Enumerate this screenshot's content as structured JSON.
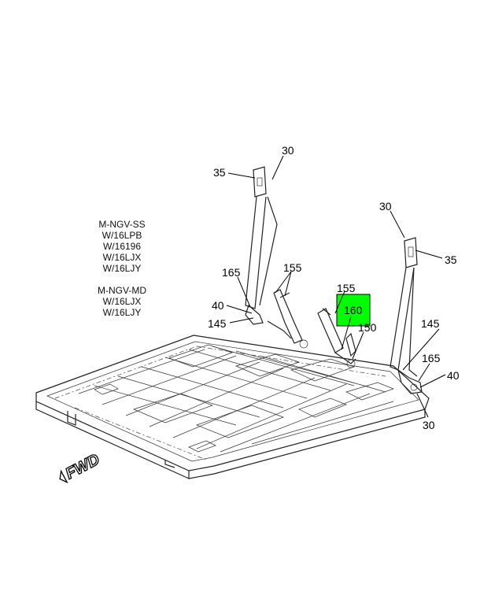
{
  "notes": {
    "group1": [
      "M-NGV-SS",
      "W/16LPB",
      "W/16196",
      "W/16LJX",
      "W/16LJY"
    ],
    "group2": [
      "M-NGV-MD",
      "W/16LJX",
      "W/16LJY"
    ]
  },
  "callouts": {
    "c30a": "30",
    "c35a": "35",
    "c165a": "165",
    "c155a": "155",
    "c40a": "40",
    "c145a": "145",
    "c155b": "155",
    "c160": "160",
    "c150": "150",
    "c30b": "30",
    "c35b": "35",
    "c145b": "145",
    "c165b": "165",
    "c40b": "40",
    "c30c": "30"
  },
  "highlight": {
    "part": "160",
    "color": "#00ff00"
  },
  "fwd_label": "FWD"
}
